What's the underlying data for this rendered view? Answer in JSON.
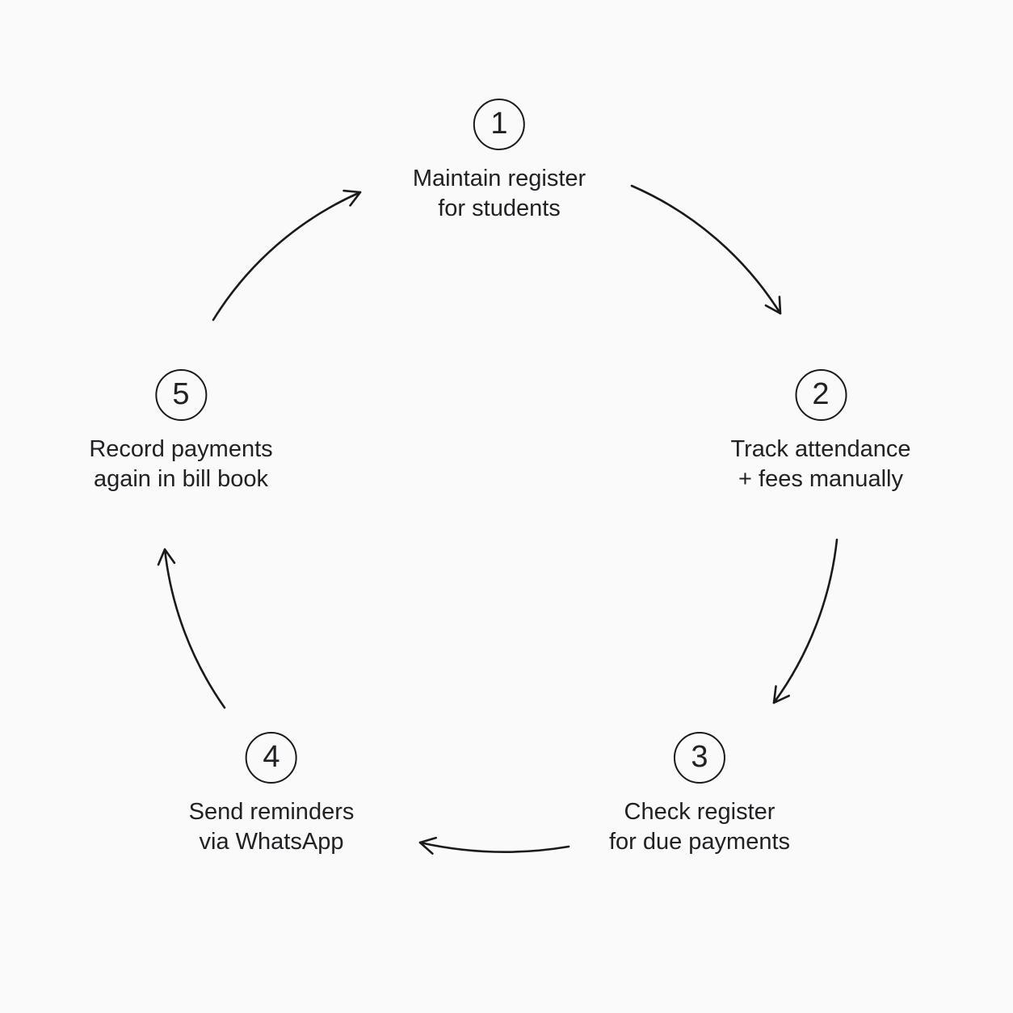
{
  "diagram": {
    "type": "cycle",
    "colors": {
      "background": "#fafafa",
      "stroke": "#1a1a1a",
      "text": "#202124"
    },
    "steps": [
      {
        "number": "1",
        "label_line1": "Maintain register",
        "label_line2": "for students"
      },
      {
        "number": "2",
        "label_line1": "Track attendance",
        "label_line2": "+ fees manually"
      },
      {
        "number": "3",
        "label_line1": "Check register",
        "label_line2": "for due payments"
      },
      {
        "number": "4",
        "label_line1": "Send reminders",
        "label_line2": "via WhatsApp"
      },
      {
        "number": "5",
        "label_line1": "Record payments",
        "label_line2": "again in bill book"
      }
    ]
  }
}
